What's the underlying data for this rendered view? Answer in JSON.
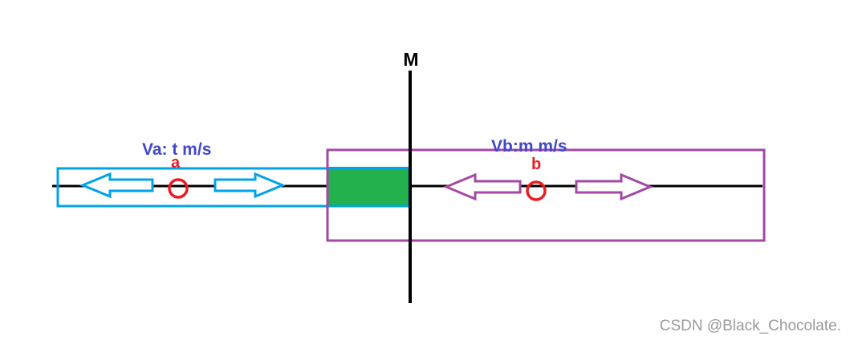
{
  "diagram": {
    "midline_label": "M",
    "left_region": {
      "velocity_label": "Va: t m/s",
      "object_label": "a"
    },
    "right_region": {
      "velocity_label": "Vb:m m/s",
      "object_label": "b"
    }
  },
  "watermark": "CSDN @Black_Chocolate.",
  "colors": {
    "axis": "#000000",
    "blue_region": "#00a3e8",
    "purple_region": "#a349a4",
    "green_overlap": "#22b14c",
    "label_blue": "#3f48cc",
    "object_red": "#ec1c24",
    "watermark_gray": "#9b9b9b"
  }
}
